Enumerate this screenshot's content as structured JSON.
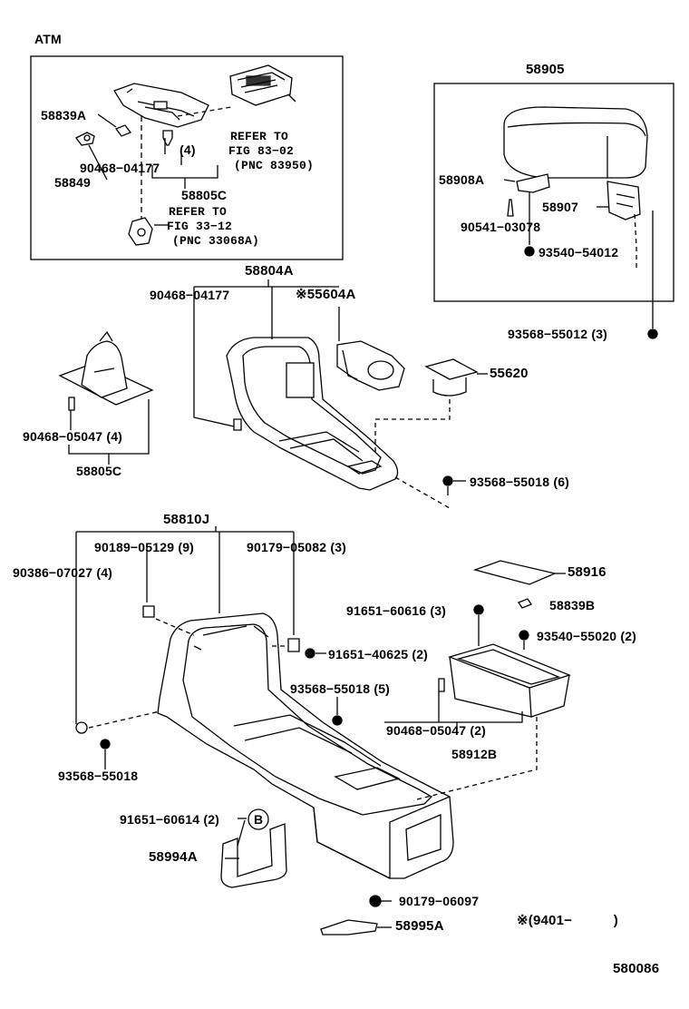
{
  "header": {
    "variant": "ATM"
  },
  "inset_left": {
    "part_58839A": "58839A",
    "part_58849": "58849",
    "qty_4": "(4)",
    "part_90468_04177": "90468−04177",
    "part_58805C": "58805C",
    "refer1_line1": "REFER TO",
    "refer1_line2": "FIG 83−02",
    "refer1_line3": "(PNC 83950)",
    "refer2_line1": "REFER TO",
    "refer2_line2": "FIG 33−12",
    "refer2_line3": "(PNC 33068A)"
  },
  "inset_right": {
    "part_58905": "58905",
    "part_58908A": "58908A",
    "part_58907": "58907",
    "part_90541_03078": "90541−03078",
    "part_93540_54012": "93540−54012"
  },
  "middle": {
    "part_93568_55012": "93568−55012 (3)",
    "part_58804A": "58804A",
    "part_90468_04177": "90468−04177",
    "part_55604A": "※55604A",
    "part_55620": "55620",
    "part_90468_05047": "90468−05047 (4)",
    "part_58805C": "58805C",
    "part_93568_55018_6": "93568−55018 (6)"
  },
  "lower": {
    "part_58810J": "58810J",
    "part_90189_05129": "90189−05129 (9)",
    "part_90179_05082": "90179−05082 (3)",
    "part_90386_07027": "90386−07027 (4)",
    "part_58916": "58916",
    "part_91651_60616": "91651−60616 (3)",
    "part_58839B": "58839B",
    "part_93540_55020": "93540−55020 (2)",
    "part_91651_40625": "91651−40625 (2)",
    "part_93568_55018_5": "93568−55018 (5)",
    "part_90468_05047_2": "90468−05047 (2)",
    "part_58912B": "58912B",
    "part_93568_55018": "93568−55018",
    "part_91651_60614": "91651−60614 (2)",
    "circle_B": "B",
    "part_58994A": "58994A",
    "part_90179_06097": "90179−06097",
    "part_58995A": "58995A",
    "note_9401": "※(9401−　　　)"
  },
  "footer": {
    "figure_code": "580086"
  }
}
